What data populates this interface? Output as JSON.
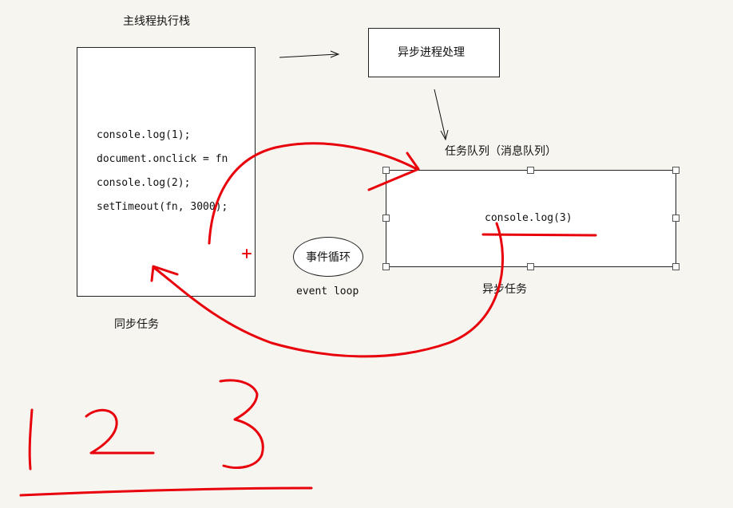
{
  "main_stack": {
    "title": "主线程执行栈",
    "code_lines": [
      "console.log(1);",
      "document.onclick = fn",
      "console.log(2);",
      "setTimeout(fn, 3000);"
    ],
    "caption": "同步任务"
  },
  "async_process": {
    "label": "异步进程处理"
  },
  "task_queue": {
    "title": "任务队列（消息队列）",
    "item": "console.log(3)",
    "caption": "异步任务"
  },
  "event_loop": {
    "label": "事件循环",
    "caption": "event loop"
  },
  "annotation_colors": {
    "ink": "#e8000b"
  }
}
